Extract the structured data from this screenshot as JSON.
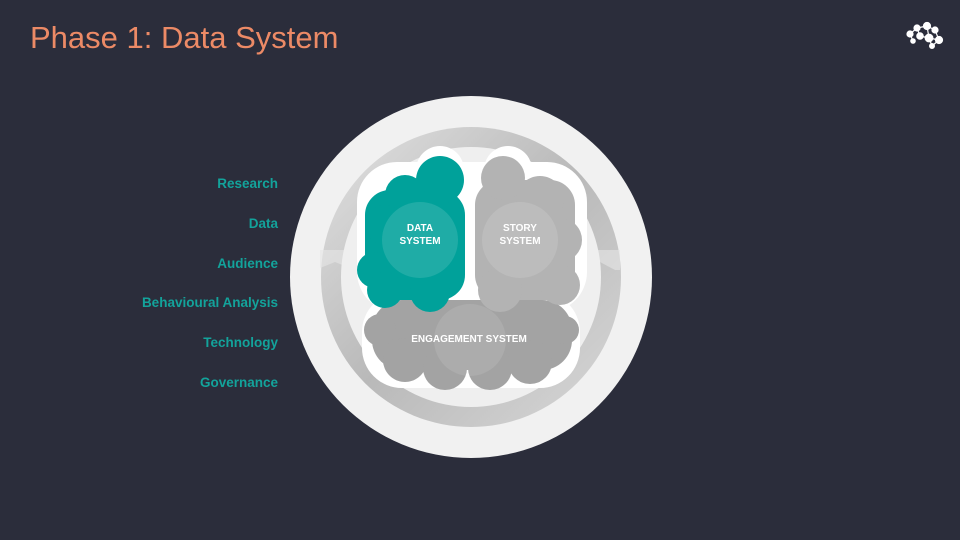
{
  "title": "Phase 1: Data System",
  "labels": [
    "Research",
    "Data",
    "Audience",
    "Behavioural Analysis",
    "Technology",
    "Governance"
  ],
  "diagram": {
    "data_system": [
      "DATA",
      "SYSTEM"
    ],
    "story_system": [
      "STORY",
      "SYSTEM"
    ],
    "engagement_system": "ENGAGEMENT SYSTEM"
  },
  "colors": {
    "background": "#2b2d3b",
    "title": "#ec8a66",
    "accent": "#00a19a",
    "grey": "#a8a8a8"
  }
}
